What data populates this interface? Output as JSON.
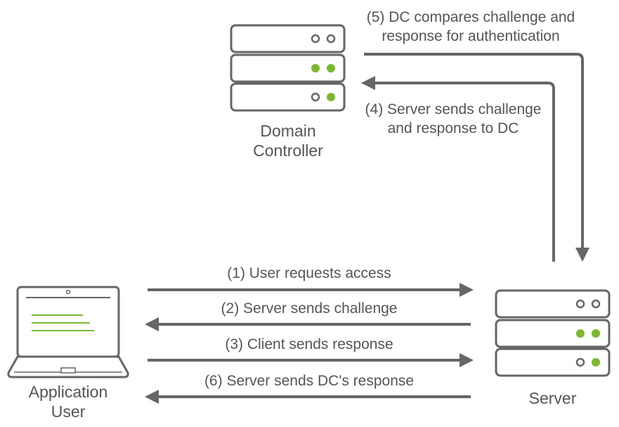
{
  "colors": {
    "stroke": "#666666",
    "arrow": "#666666",
    "text": "#555555",
    "led_green": "#7cb82f",
    "screen_lines": "#7cb82f"
  },
  "nodes": {
    "domain_controller": {
      "label_line1": "Domain",
      "label_line2": "Controller",
      "icon": "server-rack-icon"
    },
    "server": {
      "label": "Server",
      "icon": "server-rack-icon"
    },
    "application_user": {
      "label_line1": "Application",
      "label_line2": "User",
      "icon": "laptop-icon"
    }
  },
  "messages": {
    "step1": "(1) User requests access",
    "step2": "(2) Server sends challenge",
    "step3": "(3) Client sends response",
    "step4_line1": "(4) Server sends challenge",
    "step4_line2": "and response to DC",
    "step5_line1": "(5) DC compares challenge and",
    "step5_line2": "response for authentication",
    "step6": "(6) Server sends DC's response"
  }
}
